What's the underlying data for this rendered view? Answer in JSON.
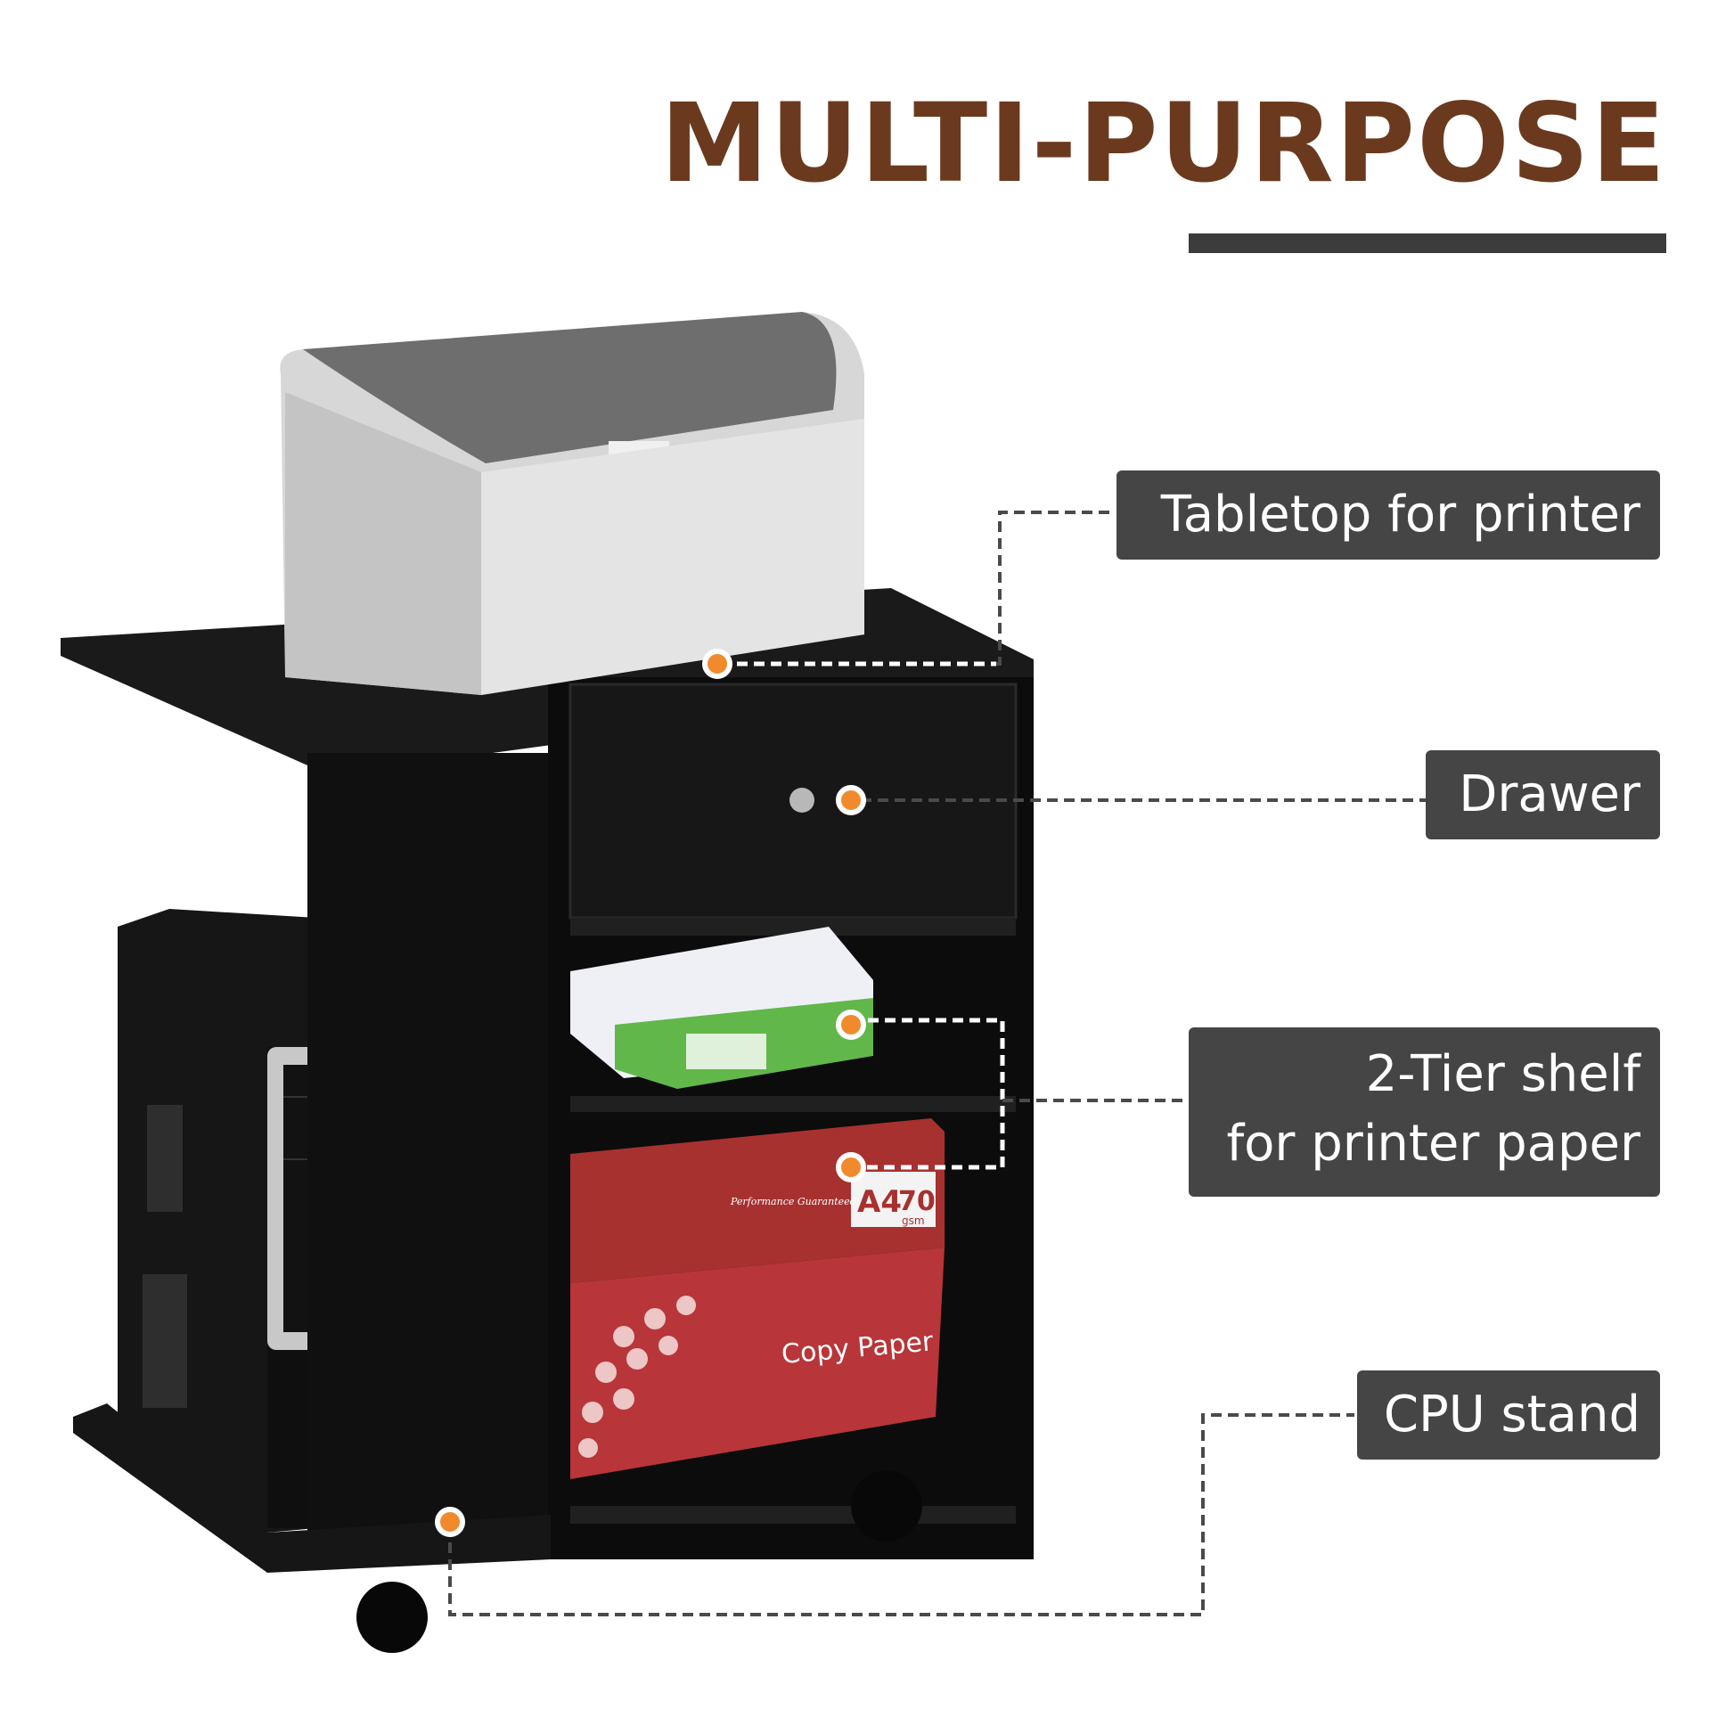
{
  "headline": {
    "text": "MULTI-PURPOSE",
    "color": "#6b3a1e",
    "rule_color": "#3c3c3c"
  },
  "callouts": {
    "tabletop": "Tabletop for printer",
    "drawer": "Drawer",
    "shelf_line1": "2-Tier shelf",
    "shelf_line2": "for printer paper",
    "cpu_stand": "CPU stand"
  },
  "paper_box": {
    "brand_text": "Copy Paper",
    "size_text": "A4",
    "weight_text": "70",
    "weight_unit": "gsm",
    "tagline": "Performance Guaranteed!"
  },
  "colors": {
    "callout_bg": "#454545",
    "marker": "#f08a2c",
    "furniture": "#131313",
    "printer_body": "#d9d9d9",
    "paper_box_red": "#b8353a"
  }
}
